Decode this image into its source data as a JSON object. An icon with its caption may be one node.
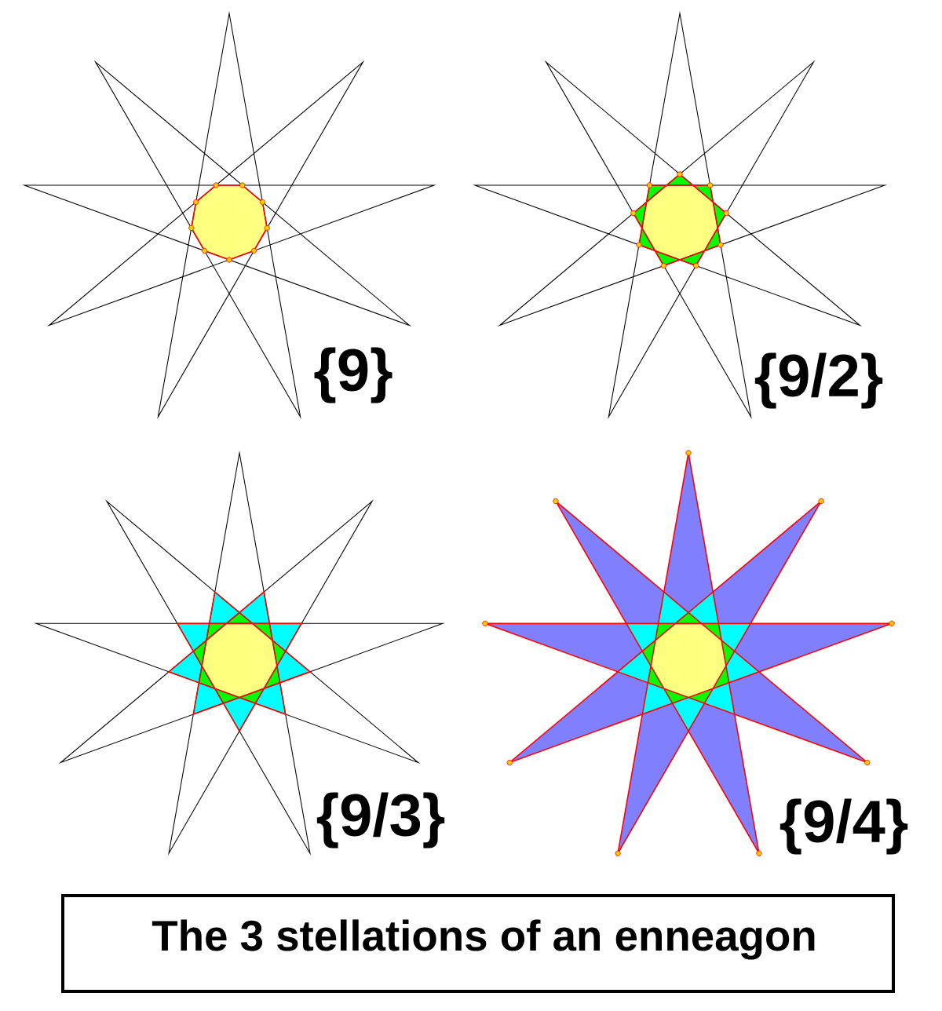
{
  "diagram": {
    "caption": "The 3 stellations of an enneagon",
    "labels": [
      "{9}",
      "{9/2}",
      "{9/3}",
      "{9/4}"
    ]
  }
}
